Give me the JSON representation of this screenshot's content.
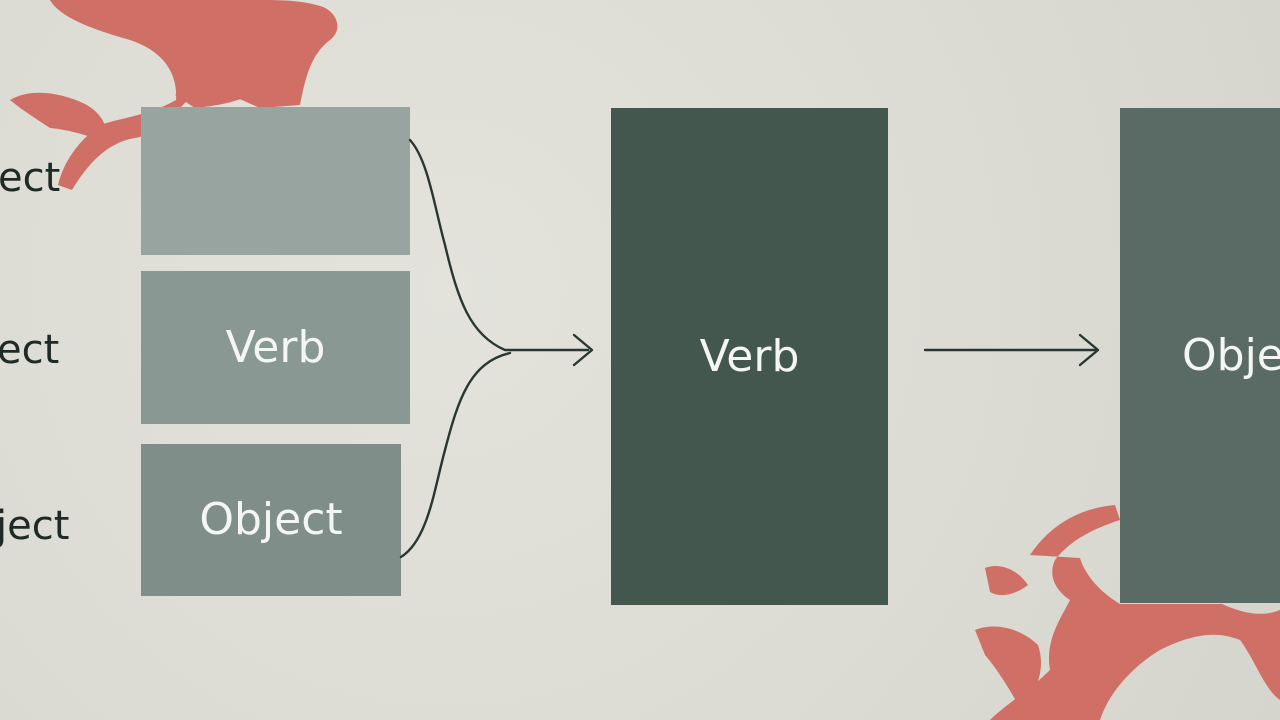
{
  "diagram": {
    "left_labels": [
      {
        "text": "ect"
      },
      {
        "text": "ect"
      },
      {
        "text": "ject"
      }
    ],
    "input_boxes": [
      {
        "label": "",
        "color": "#97a49f"
      },
      {
        "label": "Verb",
        "color": "#8a9893"
      },
      {
        "label": "Object",
        "color": "#7f8e89"
      }
    ],
    "center_box": {
      "label": "Verb",
      "color": "#43574f"
    },
    "output_box": {
      "label": "Obje",
      "color": "#5a6b66"
    },
    "line_color": "#2a3631",
    "decoration_color": "#cf6f66"
  }
}
